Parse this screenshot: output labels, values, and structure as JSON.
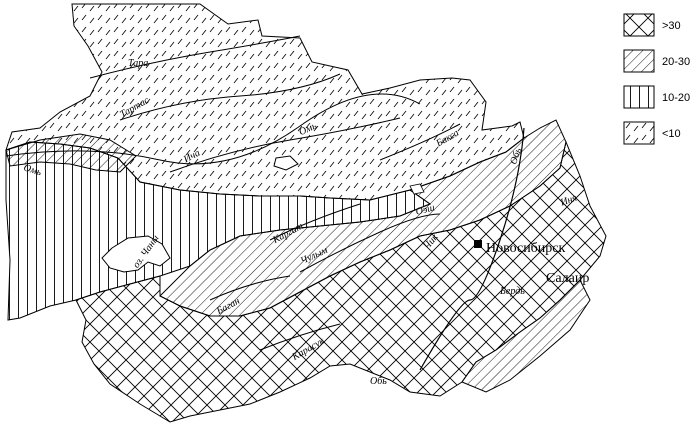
{
  "legend": {
    "items": [
      {
        "pattern": "crosshatch",
        "label": ">30"
      },
      {
        "pattern": "diagonal",
        "label": "20-30"
      },
      {
        "pattern": "vertical",
        "label": "10-20"
      },
      {
        "pattern": "sparse-dash",
        "label": "<10"
      }
    ]
  },
  "labels": {
    "tara": "Тара",
    "tartas": "Тартас",
    "om_north": "Омь",
    "om_west": "Омь",
    "icha": "Ича",
    "baksa": "Бакса",
    "ob_ne": "Обь",
    "inya": "Иня",
    "kargat": "Каргат",
    "chulym": "Чулым",
    "ozh": "Оэш",
    "chik": "Чик",
    "lake_chany": "оз. Чаны",
    "bagan": "Баган",
    "karasuk": "Карасук",
    "berd": "Бердь",
    "ob_south": "Обь",
    "novosibirsk": "Новосибирск",
    "salair": "Салаир"
  }
}
